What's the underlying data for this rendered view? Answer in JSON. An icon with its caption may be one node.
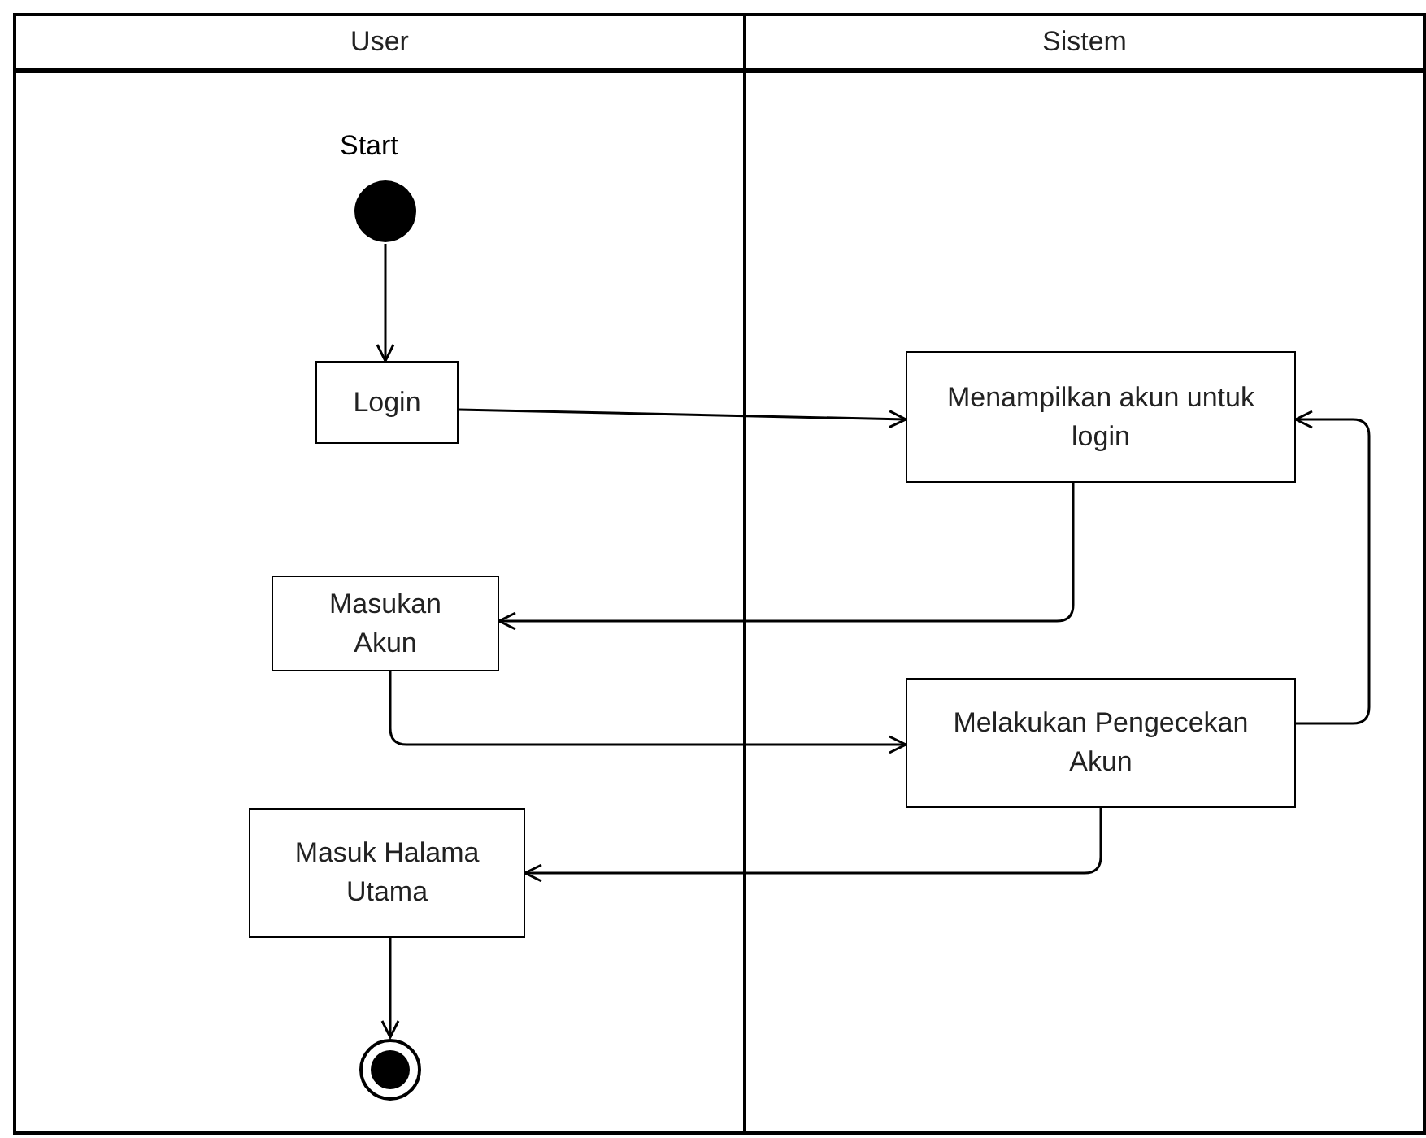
{
  "diagram": {
    "nodes": [
      {
        "text": [
          "User"
        ]
      },
      {
        "text": [
          "Sistem"
        ]
      },
      {
        "text": [],
        "shape": "circle",
        "in": 0,
        "beside": [
          "Start"
        ]
      },
      {
        "text": [
          "Login"
        ],
        "in": 0
      },
      {
        "text": [
          "Menampilkan akun untuk login"
        ],
        "in": 1
      },
      {
        "text": [
          "Masukan Akun"
        ],
        "in": 0
      },
      {
        "text": [
          "Melakukan Pengecekan Akun"
        ],
        "in": 1
      },
      {
        "text": [
          "Masuk Halama Utama"
        ],
        "in": 0
      },
      {
        "text": [],
        "shape": "circle",
        "in": 0
      }
    ],
    "edges": [
      {
        "from": 2,
        "to": 3,
        "arrow": "to"
      },
      {
        "from": 3,
        "to": 4,
        "arrow": "to"
      },
      {
        "from": 4,
        "to": 5,
        "arrow": "to"
      },
      {
        "from": 5,
        "to": 6,
        "arrow": "to"
      },
      {
        "from": 6,
        "to": 4,
        "arrow": "to"
      },
      {
        "from": 6,
        "to": 7,
        "arrow": "to"
      },
      {
        "from": 7,
        "to": 8,
        "arrow": "to"
      }
    ]
  }
}
